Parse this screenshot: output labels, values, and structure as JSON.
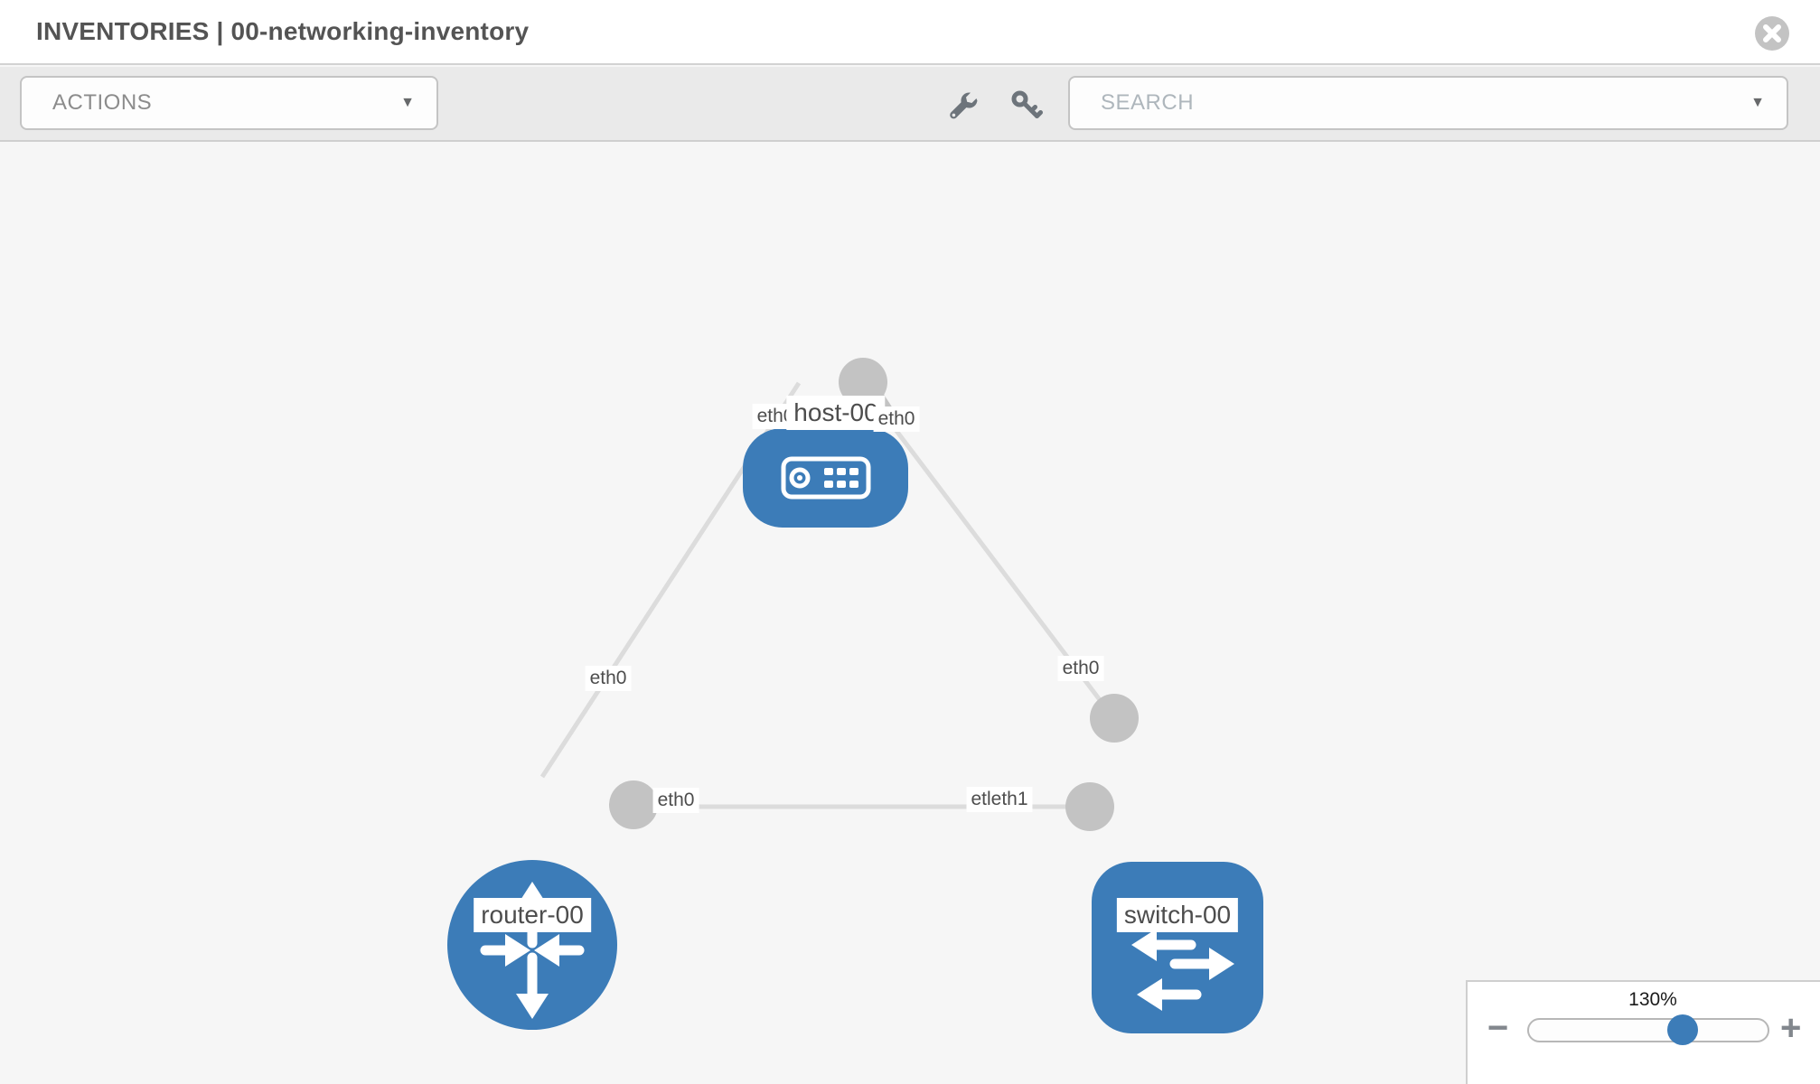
{
  "header": {
    "title": "INVENTORIES | 00-networking-inventory"
  },
  "toolbar": {
    "actions_label": "ACTIONS",
    "search_placeholder": "SEARCH",
    "icons": [
      "wrench-icon",
      "key-icon"
    ]
  },
  "colors": {
    "node_blue": "#3c7cb8",
    "link_gray": "#dcdcdc",
    "port_gray": "#c3c3c3",
    "toolbar_bg": "#eaeaea",
    "canvas_bg": "#f6f6f6"
  },
  "diagram": {
    "nodes": [
      {
        "id": "host-00",
        "label": "host-00",
        "type": "host"
      },
      {
        "id": "router-00",
        "label": "router-00",
        "type": "router"
      },
      {
        "id": "switch-00",
        "label": "switch-00",
        "type": "switch"
      }
    ],
    "node_labels": {
      "host": "host-00",
      "router": "router-00",
      "switch": "switch-00"
    },
    "iface_labels": {
      "host_router_host": "eth0",
      "host_router_router": "eth0",
      "host_switch_host": "eth0",
      "host_switch_switch": "eth0",
      "router_switch_router": "eth0",
      "router_switch_switch": "etleth1"
    },
    "links": [
      {
        "from": "host-00",
        "to": "router-00",
        "from_iface": "eth0",
        "to_iface": "eth0"
      },
      {
        "from": "host-00",
        "to": "switch-00",
        "from_iface": "eth0",
        "to_iface": "eth0"
      },
      {
        "from": "router-00",
        "to": "switch-00",
        "from_iface": "eth0",
        "to_iface": "eth1"
      }
    ]
  },
  "zoom_control": {
    "level": "130%",
    "minus_label": "−",
    "plus_label": "+"
  }
}
